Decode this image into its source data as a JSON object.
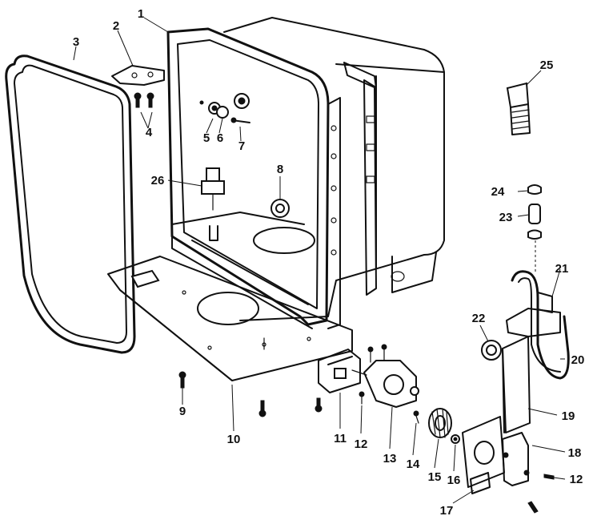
{
  "callouts": [
    {
      "id": "1",
      "text": "1"
    },
    {
      "id": "2",
      "text": "2"
    },
    {
      "id": "3",
      "text": "3"
    },
    {
      "id": "4",
      "text": "4"
    },
    {
      "id": "5",
      "text": "5"
    },
    {
      "id": "6",
      "text": "6"
    },
    {
      "id": "7",
      "text": "7"
    },
    {
      "id": "8",
      "text": "8"
    },
    {
      "id": "9",
      "text": "9"
    },
    {
      "id": "10",
      "text": "10"
    },
    {
      "id": "11",
      "text": "11"
    },
    {
      "id": "12a",
      "text": "12"
    },
    {
      "id": "12b",
      "text": "12"
    },
    {
      "id": "13",
      "text": "13"
    },
    {
      "id": "14",
      "text": "14"
    },
    {
      "id": "15",
      "text": "15"
    },
    {
      "id": "16",
      "text": "16"
    },
    {
      "id": "17",
      "text": "17"
    },
    {
      "id": "18",
      "text": "18"
    },
    {
      "id": "19",
      "text": "19"
    },
    {
      "id": "20",
      "text": "20"
    },
    {
      "id": "21",
      "text": "21"
    },
    {
      "id": "22",
      "text": "22"
    },
    {
      "id": "23",
      "text": "23"
    },
    {
      "id": "24",
      "text": "24"
    },
    {
      "id": "25",
      "text": "25"
    },
    {
      "id": "26",
      "text": "26"
    }
  ]
}
